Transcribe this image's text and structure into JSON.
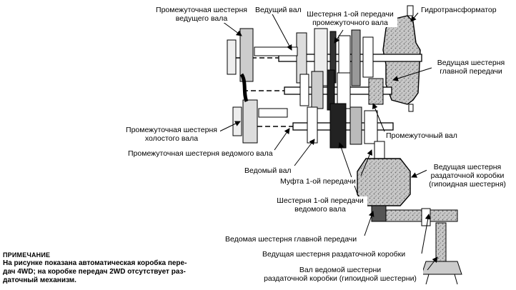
{
  "labels": {
    "idler_drive_gear_1": "Промежуточная шестерня",
    "idler_drive_gear_2": "ведущего вала",
    "input_shaft": "Ведущий вал",
    "gear1_countershaft_1": "Шестерня 1-ой передачи",
    "gear1_countershaft_2": "промежуточного вала",
    "torque_converter": "Гидротрансформатор",
    "final_drive_gear_1": "Ведущая шестерня",
    "final_drive_gear_2": "главной передачи",
    "reverse_idler_1": "Промежуточная шестерня",
    "reverse_idler_2": "холостого вала",
    "countershaft": "Промежуточный вал",
    "idler_driven_gear": "Промежуточная шестерня ведомого вала",
    "transfer_drive_gear_1": "Ведущая шестерня",
    "transfer_drive_gear_2": "раздаточной коробки",
    "transfer_drive_gear_3": "(гипоидная шестерня)",
    "output_shaft": "Ведомый вал",
    "clutch_1st": "Муфта 1-ой передачи",
    "gear1_output_1": "Шестерня 1-ой передачи",
    "gear1_output_2": "ведомого вала",
    "final_driven_gear": "Ведомая шестерня главной передачи",
    "transfer_drive_gear_bottom": "Ведущая шестерня раздаточной коробки",
    "transfer_driven_shaft_1": "Вал ведомой шестерни",
    "transfer_driven_shaft_2": "раздаточной коробки (гипоидной шестерни)"
  },
  "note": {
    "title": "ПРИМЕЧАНИЕ",
    "lines": [
      "На рисунке показана автоматическая коробка пере-",
      "дач 4WD; на коробке передач 2WD отсутствует раз-",
      "даточный механизм."
    ]
  }
}
